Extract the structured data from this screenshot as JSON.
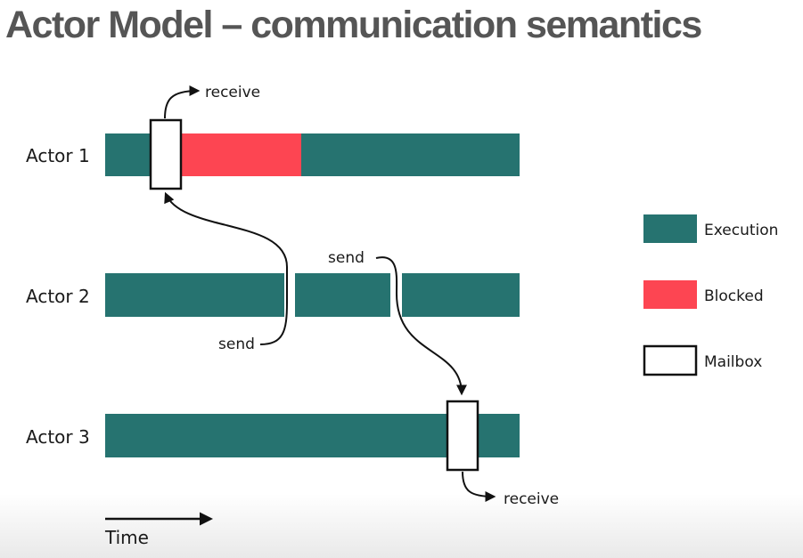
{
  "title": "Actor Model – communication semantics",
  "actors": [
    {
      "label": "Actor 1"
    },
    {
      "label": "Actor 2"
    },
    {
      "label": "Actor 3"
    }
  ],
  "annotations": {
    "receive_top": "receive",
    "send_actor2_left": "send",
    "send_actor2_right": "send",
    "receive_bottom": "receive"
  },
  "legend": [
    {
      "label": "Execution",
      "color": "#267370"
    },
    {
      "label": "Blocked",
      "color": "#fd4552"
    },
    {
      "label": "Mailbox",
      "color": "#ffffff"
    }
  ],
  "time_axis": {
    "label": "Time"
  },
  "colors": {
    "execution": "#267370",
    "blocked": "#fd4552",
    "mailbox_border": "#111111"
  }
}
